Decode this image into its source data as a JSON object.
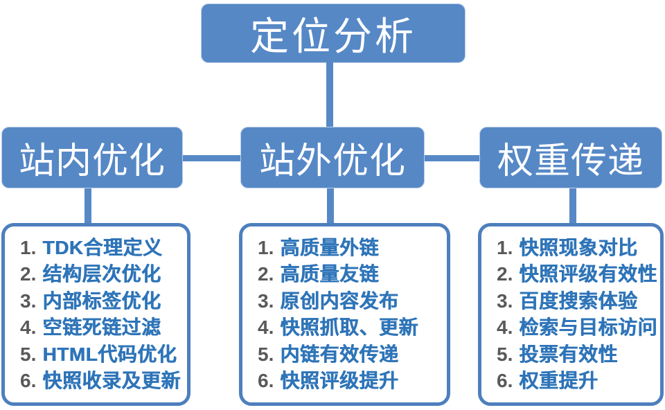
{
  "tree": {
    "root": {
      "label": "定位分析"
    },
    "branches": [
      {
        "label": "站内优化",
        "items": [
          {
            "num": "1.",
            "text": "TDK合理定义"
          },
          {
            "num": "2.",
            "text": "结构层次优化"
          },
          {
            "num": "3.",
            "text": "内部标签优化"
          },
          {
            "num": "4.",
            "text": "空链死链过滤"
          },
          {
            "num": "5.",
            "text": "HTML代码优化"
          },
          {
            "num": "6.",
            "text": "快照收录及更新"
          }
        ]
      },
      {
        "label": "站外优化",
        "items": [
          {
            "num": "1.",
            "text": "高质量外链"
          },
          {
            "num": "2.",
            "text": "高质量友链"
          },
          {
            "num": "3.",
            "text": "原创内容发布"
          },
          {
            "num": "4.",
            "text": "快照抓取、更新"
          },
          {
            "num": "5.",
            "text": "内链有效传递"
          },
          {
            "num": "6.",
            "text": "快照评级提升"
          }
        ]
      },
      {
        "label": "权重传递",
        "items": [
          {
            "num": "1.",
            "text": "快照现象对比"
          },
          {
            "num": "2.",
            "text": "快照评级有效性"
          },
          {
            "num": "3.",
            "text": "百度搜索体验"
          },
          {
            "num": "4.",
            "text": "检索与目标访问"
          },
          {
            "num": "5.",
            "text": "投票有效性"
          },
          {
            "num": "6.",
            "text": "权重提升"
          }
        ]
      }
    ]
  },
  "colors": {
    "node_fill": "#5688C6",
    "connector": "#5688C6",
    "list_border": "#4D7FBE",
    "item_text": "#2E74B8",
    "item_number": "#595959",
    "node_text": "#FFFFFF",
    "background": "#FFFFFF"
  }
}
